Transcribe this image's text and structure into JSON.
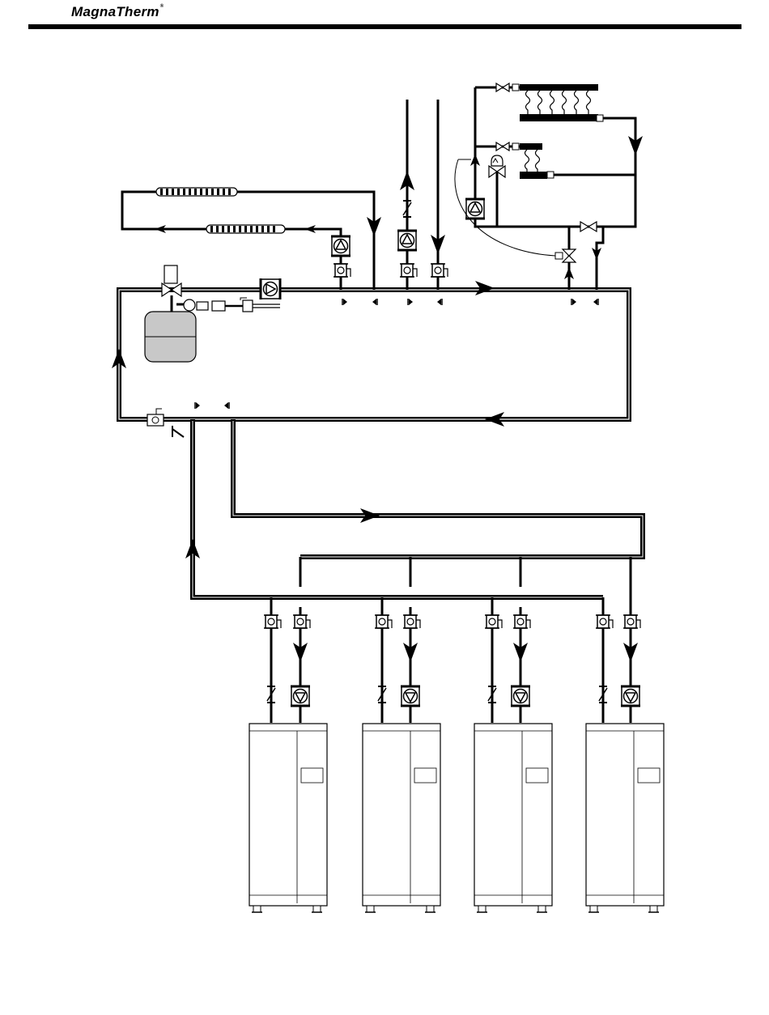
{
  "header": {
    "brand": "MagnaTherm",
    "trademark": "®"
  },
  "diagram": {
    "type": "hydronic piping schematic",
    "colors": {
      "line": "#000000",
      "tank_fill": "#c8c8c8",
      "unit_fill": "#ffffff"
    },
    "boiler_count": 4,
    "components": [
      "expansion-tank",
      "air-separator",
      "fill-valve",
      "system-circulator",
      "radiant-loop-circulator",
      "fan-coil-circulator",
      "dhw-circulator",
      "mixing-valve",
      "manifold-upper",
      "manifold-lower",
      "boiler-circulators",
      "check-valves",
      "isolation-ball-valves",
      "drain-valve"
    ]
  }
}
